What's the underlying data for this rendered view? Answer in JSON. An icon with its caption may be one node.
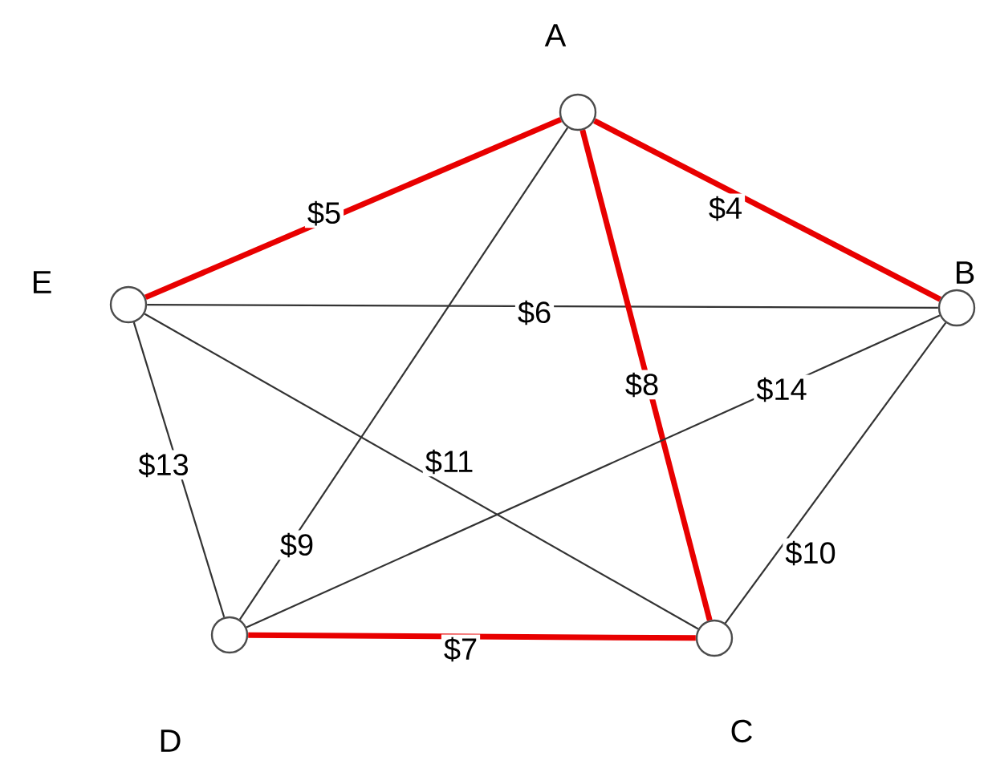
{
  "diagram": {
    "nodes": [
      {
        "text": [],
        "shape": "circle",
        "beside": [
          "A"
        ]
      },
      {
        "text": [],
        "shape": "circle",
        "beside": [
          "B"
        ]
      },
      {
        "text": [],
        "shape": "circle",
        "beside": [
          "C"
        ]
      },
      {
        "text": [],
        "shape": "circle",
        "beside": [
          "D"
        ]
      },
      {
        "text": [],
        "shape": "circle",
        "beside": [
          "E"
        ]
      }
    ],
    "edges": [
      {
        "from": 4,
        "to": 0,
        "arrow": "none",
        "label": "$5",
        "style": "thick",
        "color": "#e80000"
      },
      {
        "from": 0,
        "to": 1,
        "arrow": "none",
        "label": "$4",
        "style": "thick",
        "color": "#e80000"
      },
      {
        "from": 4,
        "to": 1,
        "arrow": "none",
        "label": "$6"
      },
      {
        "from": 0,
        "to": 2,
        "arrow": "none",
        "label": "$8",
        "style": "thick",
        "color": "#e80000"
      },
      {
        "from": 0,
        "to": 3,
        "arrow": "none",
        "label": "$9"
      },
      {
        "from": 4,
        "to": 3,
        "arrow": "none",
        "label": "$13"
      },
      {
        "from": 4,
        "to": 2,
        "arrow": "none",
        "label": "$11"
      },
      {
        "from": 3,
        "to": 1,
        "arrow": "none",
        "label": "$14"
      },
      {
        "from": 1,
        "to": 2,
        "arrow": "none",
        "label": "$10"
      },
      {
        "from": 3,
        "to": 2,
        "arrow": "none",
        "label": "$7",
        "style": "thick",
        "color": "#e80000"
      }
    ]
  }
}
